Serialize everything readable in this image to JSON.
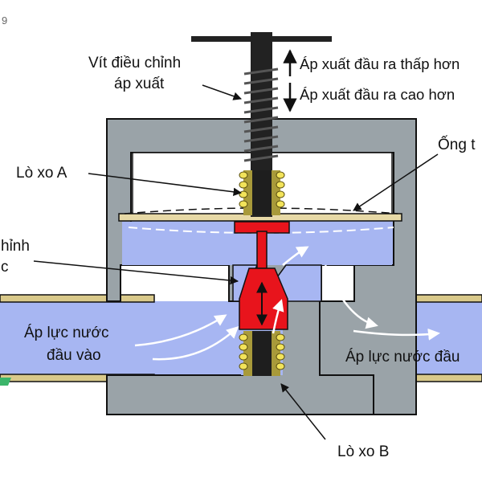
{
  "figure": {
    "corner_mark": "9",
    "labels": {
      "adjust_screw_line1": "Vít điều chỉnh",
      "adjust_screw_line2": "áp xuất",
      "output_lower": "Áp xuất đầu ra thấp hơn",
      "output_higher": "Áp xuất đầu ra cao hơn",
      "diaphragm": "Ống t",
      "spring_a": "Lò xo A",
      "valve_partial_line1": "hỉnh",
      "valve_partial_line2": "c",
      "inlet_pressure_line1": "Áp lực nước",
      "inlet_pressure_line2": "đầu vào",
      "outlet_pressure": "Áp lực nước đầu",
      "spring_b": "Lò xo B"
    },
    "colors": {
      "body": "#9aa3a8",
      "water": "#a7b6f2",
      "brass": "#d9c98a",
      "valve": "#e8141c",
      "spring": "#a89a3a",
      "ink": "#111111"
    }
  }
}
